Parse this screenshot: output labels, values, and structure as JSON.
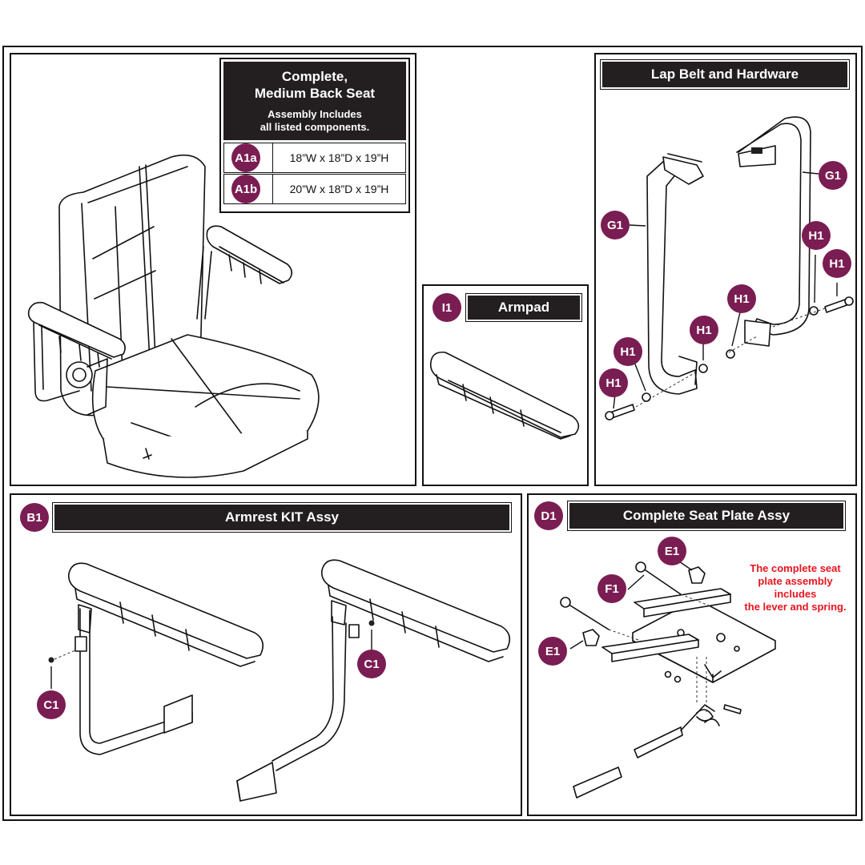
{
  "seat_table": {
    "title_line1": "Complete,",
    "title_line2": "Medium Back Seat",
    "subtitle_line1": "Assembly Includes",
    "subtitle_line2": "all listed components.",
    "rows": [
      {
        "code": "A1a",
        "size": "18”W x 18”D x 19”H"
      },
      {
        "code": "A1b",
        "size": "20”W x 18”D x 19”H"
      }
    ]
  },
  "armpad": {
    "code": "I1",
    "title": "Armpad"
  },
  "lap_belt": {
    "title": "Lap Belt and Hardware",
    "labels": {
      "g1_left": "G1",
      "g1_right": "G1",
      "h1_a": "H1",
      "h1_b": "H1",
      "h1_c": "H1",
      "h1_d": "H1",
      "h1_e": "H1",
      "h1_f": "H1"
    }
  },
  "armrest": {
    "code": "B1",
    "title": "Armrest KIT Assy",
    "labels": {
      "c1_left": "C1",
      "c1_right": "C1"
    }
  },
  "seat_plate": {
    "code": "D1",
    "title": "Complete Seat Plate Assy",
    "labels": {
      "e1_top": "E1",
      "e1_left": "E1",
      "f1": "F1"
    },
    "note_lines": [
      "The complete seat",
      "plate assembly",
      "includes",
      "the lever and spring."
    ]
  },
  "colors": {
    "badge": "#7a1d52",
    "header": "#231f20",
    "note": "#e8141e"
  }
}
